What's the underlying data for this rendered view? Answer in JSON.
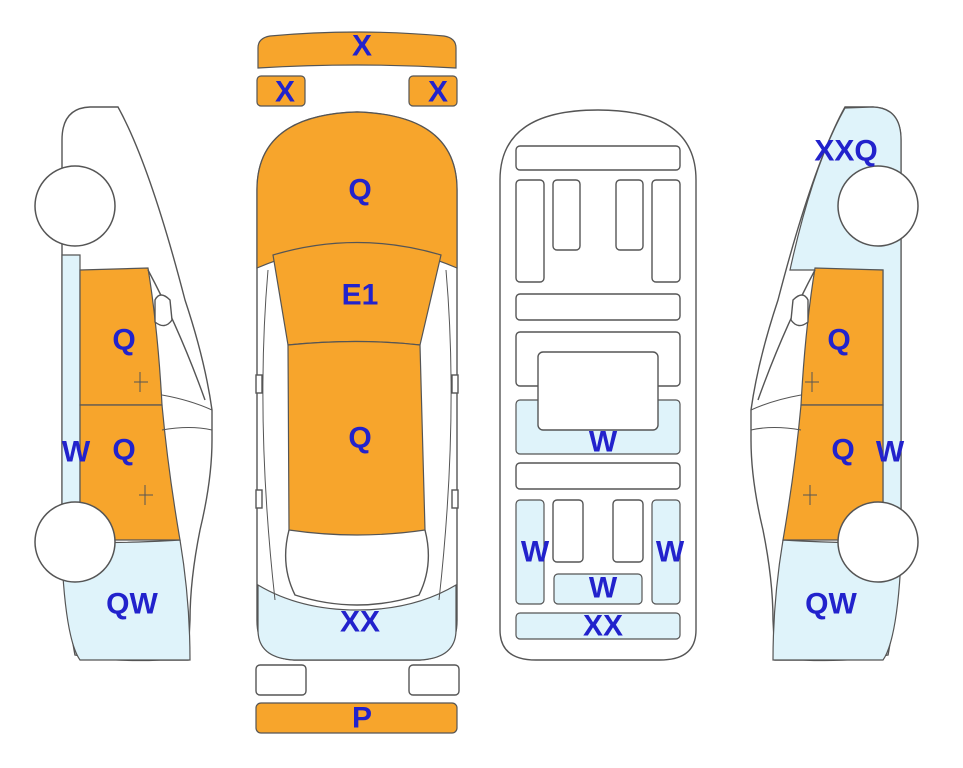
{
  "labels": {
    "front_bumper": "X",
    "headlight_left": "X",
    "headlight_right": "X",
    "hood": "Q",
    "windshield": "E1",
    "roof": "Q",
    "rear_window": "XX",
    "rear_bumper": "P",
    "underbody_center": "W",
    "underbody_left": "W",
    "underbody_right": "W",
    "underbody_rear_center": "W",
    "underbody_rear": "XX",
    "left_front_door": "Q",
    "left_rear_door": "Q",
    "left_sill": "W",
    "left_quarter": "QW",
    "right_fender": "XXQ",
    "right_front_door": "Q",
    "right_rear_door": "Q",
    "right_sill": "W",
    "right_quarter": "QW"
  },
  "colors": {
    "painted": "#f7a52c",
    "scratched": "#dff3fa",
    "label": "#2222cc"
  }
}
